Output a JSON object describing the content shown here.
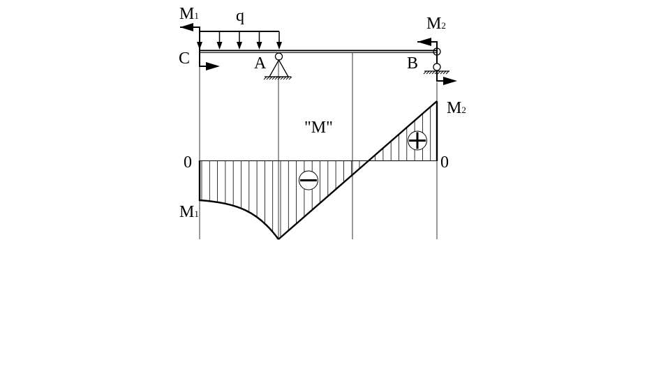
{
  "labels": {
    "m1": "M",
    "m1_sub": "1",
    "m2": "M",
    "m2_sub": "2",
    "load": "q",
    "point_c": "C",
    "point_a": "A",
    "point_b": "B",
    "diagram_title": "\"M\"",
    "zero_left": "0",
    "zero_right": "0",
    "plus_sign": "+",
    "minus_sign": "−"
  },
  "colors": {
    "stroke": "#000000",
    "background": "#ffffff"
  }
}
